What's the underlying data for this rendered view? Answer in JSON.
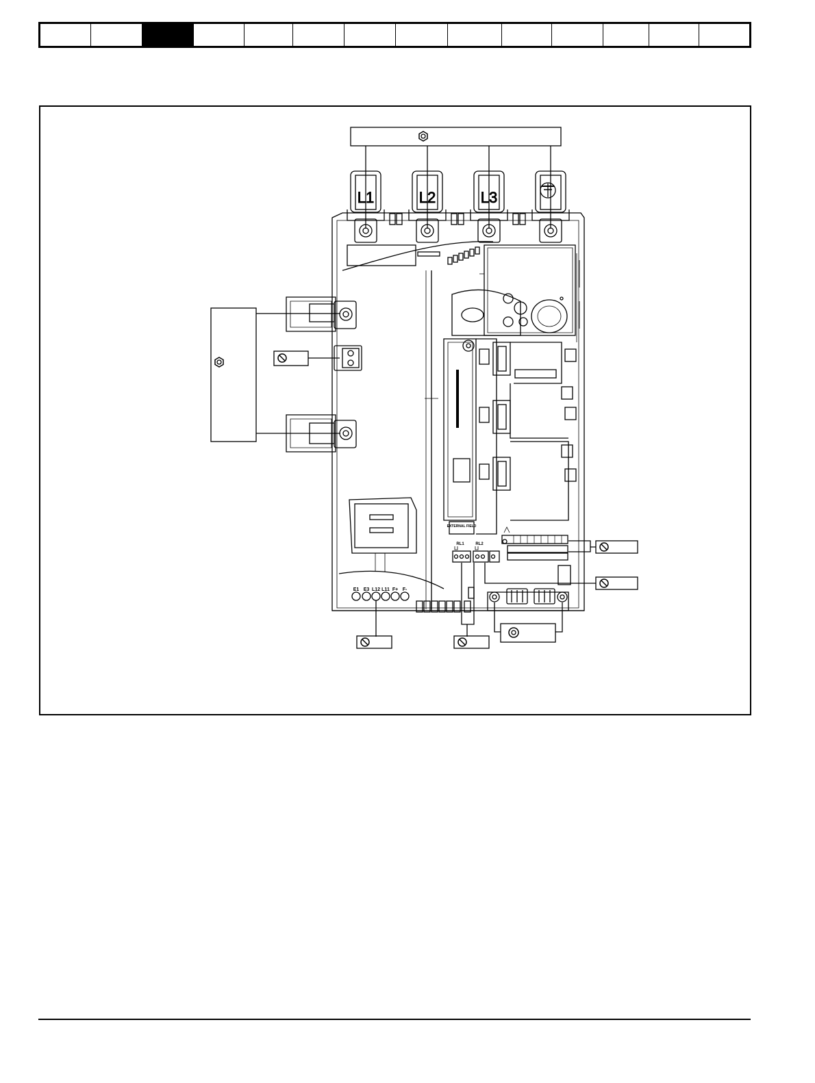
{
  "nav": {
    "tab_count": 14,
    "active_index": 2
  },
  "diagram": {
    "terminal_labels": {
      "l1": "L1",
      "l2": "L2",
      "l3": "L3"
    },
    "bottom_terminals": [
      "E1",
      "E3",
      "L12",
      "L11",
      "F+",
      "F-"
    ],
    "relay_labels": [
      "RL1",
      "RL2"
    ],
    "field_label": "EXTERNAL FIELD",
    "icons": {
      "nut": "hex-nut-icon",
      "screw": "slotted-screw-icon",
      "torx": "torx-screw-icon",
      "earth": "earth-ground-icon"
    }
  }
}
